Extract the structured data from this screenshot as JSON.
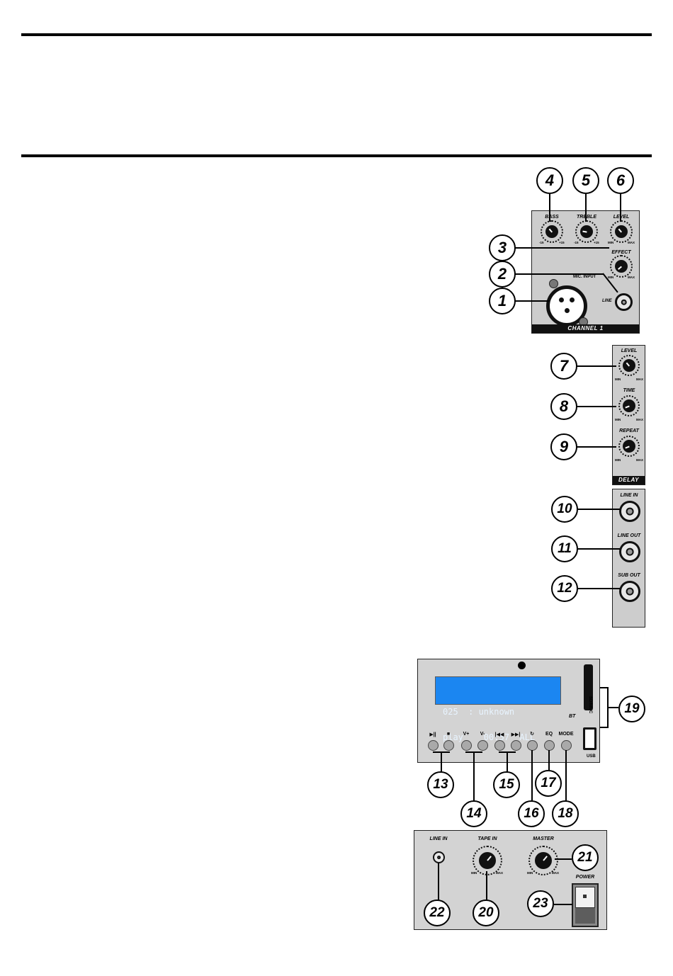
{
  "channel_panel": {
    "bass": {
      "label": "BASS",
      "min": "-15",
      "max": "+15"
    },
    "treble": {
      "label": "TREBLE",
      "min": "-15",
      "max": "+15"
    },
    "level": {
      "label": "LEVEL",
      "min": "MIN",
      "max": "MAX"
    },
    "effect": {
      "label": "EFFECT",
      "min": "MIN",
      "max": "MAX"
    },
    "mic_input_label": "MIC. INPUT",
    "line_label": "LINE",
    "footer": "CHANNEL 1"
  },
  "delay_panel": {
    "level": {
      "label": "LEVEL",
      "min": "MIN",
      "max": "MAX"
    },
    "time": {
      "label": "TIME",
      "min": "MIN",
      "max": "MAX"
    },
    "repeat": {
      "label": "REPEAT",
      "min": "MIN",
      "max": "MAX"
    },
    "footer": "DELAY"
  },
  "io_panel": {
    "line_in": "LINE IN",
    "line_out": "LINE OUT",
    "sub_out": "SUB OUT"
  },
  "player_panel": {
    "lcd_line1": "025  : unknown",
    "lcd_line2": "play    00:57  ALL",
    "bt_label": "BT",
    "sd_label": "SD/MMC",
    "usb_label": "USB",
    "buttons": [
      "▶||",
      "■",
      "V+",
      "V-",
      "|◀◀",
      "▶▶|",
      "↻",
      "EQ",
      "MODE"
    ]
  },
  "master_panel": {
    "line_in": "LINE IN",
    "tape_in": {
      "label": "TAPE IN",
      "min": "MIN",
      "max": "MAX"
    },
    "master": {
      "label": "MASTER",
      "min": "MIN",
      "max": "MAX"
    },
    "power_label": "POWER"
  },
  "callouts": {
    "c1": "1",
    "c2": "2",
    "c3": "3",
    "c4": "4",
    "c5": "5",
    "c6": "6",
    "c7": "7",
    "c8": "8",
    "c9": "9",
    "c10": "10",
    "c11": "11",
    "c12": "12",
    "c13": "13",
    "c14": "14",
    "c15": "15",
    "c16": "16",
    "c17": "17",
    "c18": "18",
    "c19": "19",
    "c20": "20",
    "c21": "21",
    "c22": "22",
    "c23": "23"
  }
}
